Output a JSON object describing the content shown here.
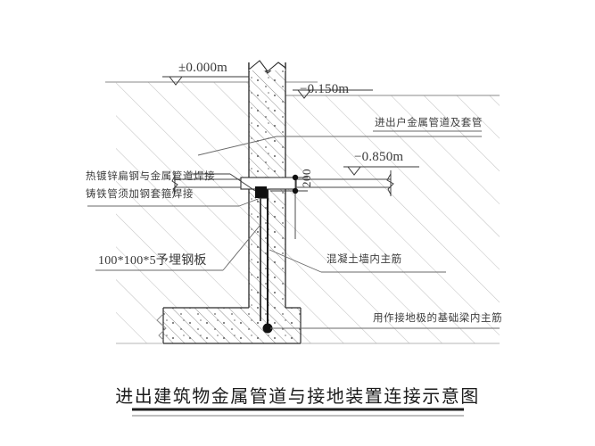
{
  "figure": {
    "title": "进出建筑物金属管道与接地装置连接示意图",
    "type": "engineering-detail-drawing"
  },
  "elevations": {
    "ground_level": "±0.000m",
    "backfill_level": "−0.150m",
    "pipe_level": "−0.850m"
  },
  "dimensions": {
    "vertical_200": "200"
  },
  "annotations": {
    "pipe_sleeve": "进出户金属管道及套管",
    "weld_line1": "热镀锌扁钢与金属管道焊接",
    "weld_line2": "铸铁管须加钢套箍焊接",
    "embedded_plate": "100*100*5予埋钢板",
    "wall_rebar": "混凝土墙内主筋",
    "foundation_rebar": "用作接地极的基础梁内主筋"
  },
  "colors": {
    "line": "#2b2b2b",
    "soil_hatch": "#c9c9c9",
    "concrete_hatch": "#6f6f6f",
    "text": "#2b2b2b",
    "background": "#ffffff"
  }
}
